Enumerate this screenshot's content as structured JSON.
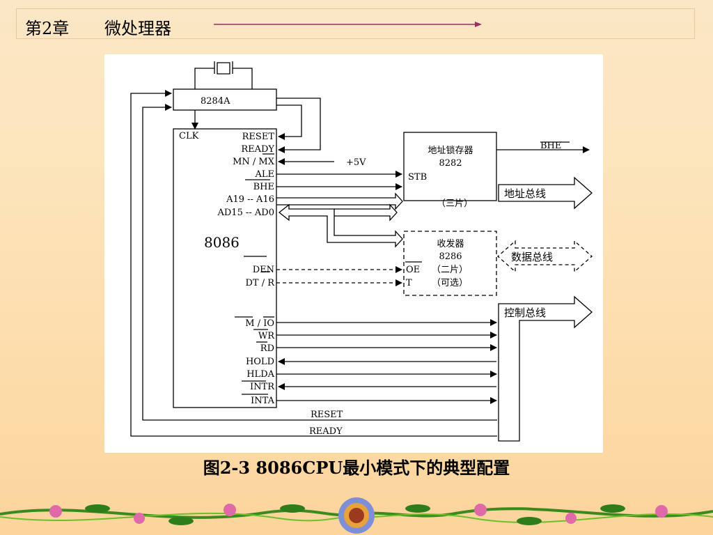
{
  "header": {
    "chapter": "第2章",
    "title": "微处理器",
    "arrow_color": "#9b2d66"
  },
  "diagram": {
    "clock_chip": "8284A",
    "cpu_chip": "8086",
    "cpu_pins_left": [
      "CLK"
    ],
    "cpu_pins_right": [
      "RESET",
      "READY",
      "MN / MX",
      "ALE",
      "BHE",
      "A19 -- A16",
      "AD15 -- AD0",
      "DEN",
      "DT / R",
      "M / IO",
      "WR",
      "RD",
      "HOLD",
      "HLDA",
      "INTR",
      "INTA"
    ],
    "vcc": "+5V",
    "latch": {
      "title": "地址锁存器",
      "part": "8282",
      "pin": "STB",
      "count": "（三片）"
    },
    "transceiver": {
      "title": "收发器",
      "part": "8286",
      "pin_oe": "OE",
      "pin_oe_note": "（二片）",
      "pin_t": "T",
      "pin_t_note": "（可选）"
    },
    "bhe_out": "BHE",
    "address_bus": "地址总线",
    "data_bus": "数据总线",
    "control_bus": "控制总线",
    "reset_line": "RESET",
    "ready_line": "READY"
  },
  "caption": "图2-3  8086CPU最小模式下的典型配置",
  "colors": {
    "background": "#fde2b6",
    "diagram_bg": "#ffffff",
    "line": "#000000"
  }
}
